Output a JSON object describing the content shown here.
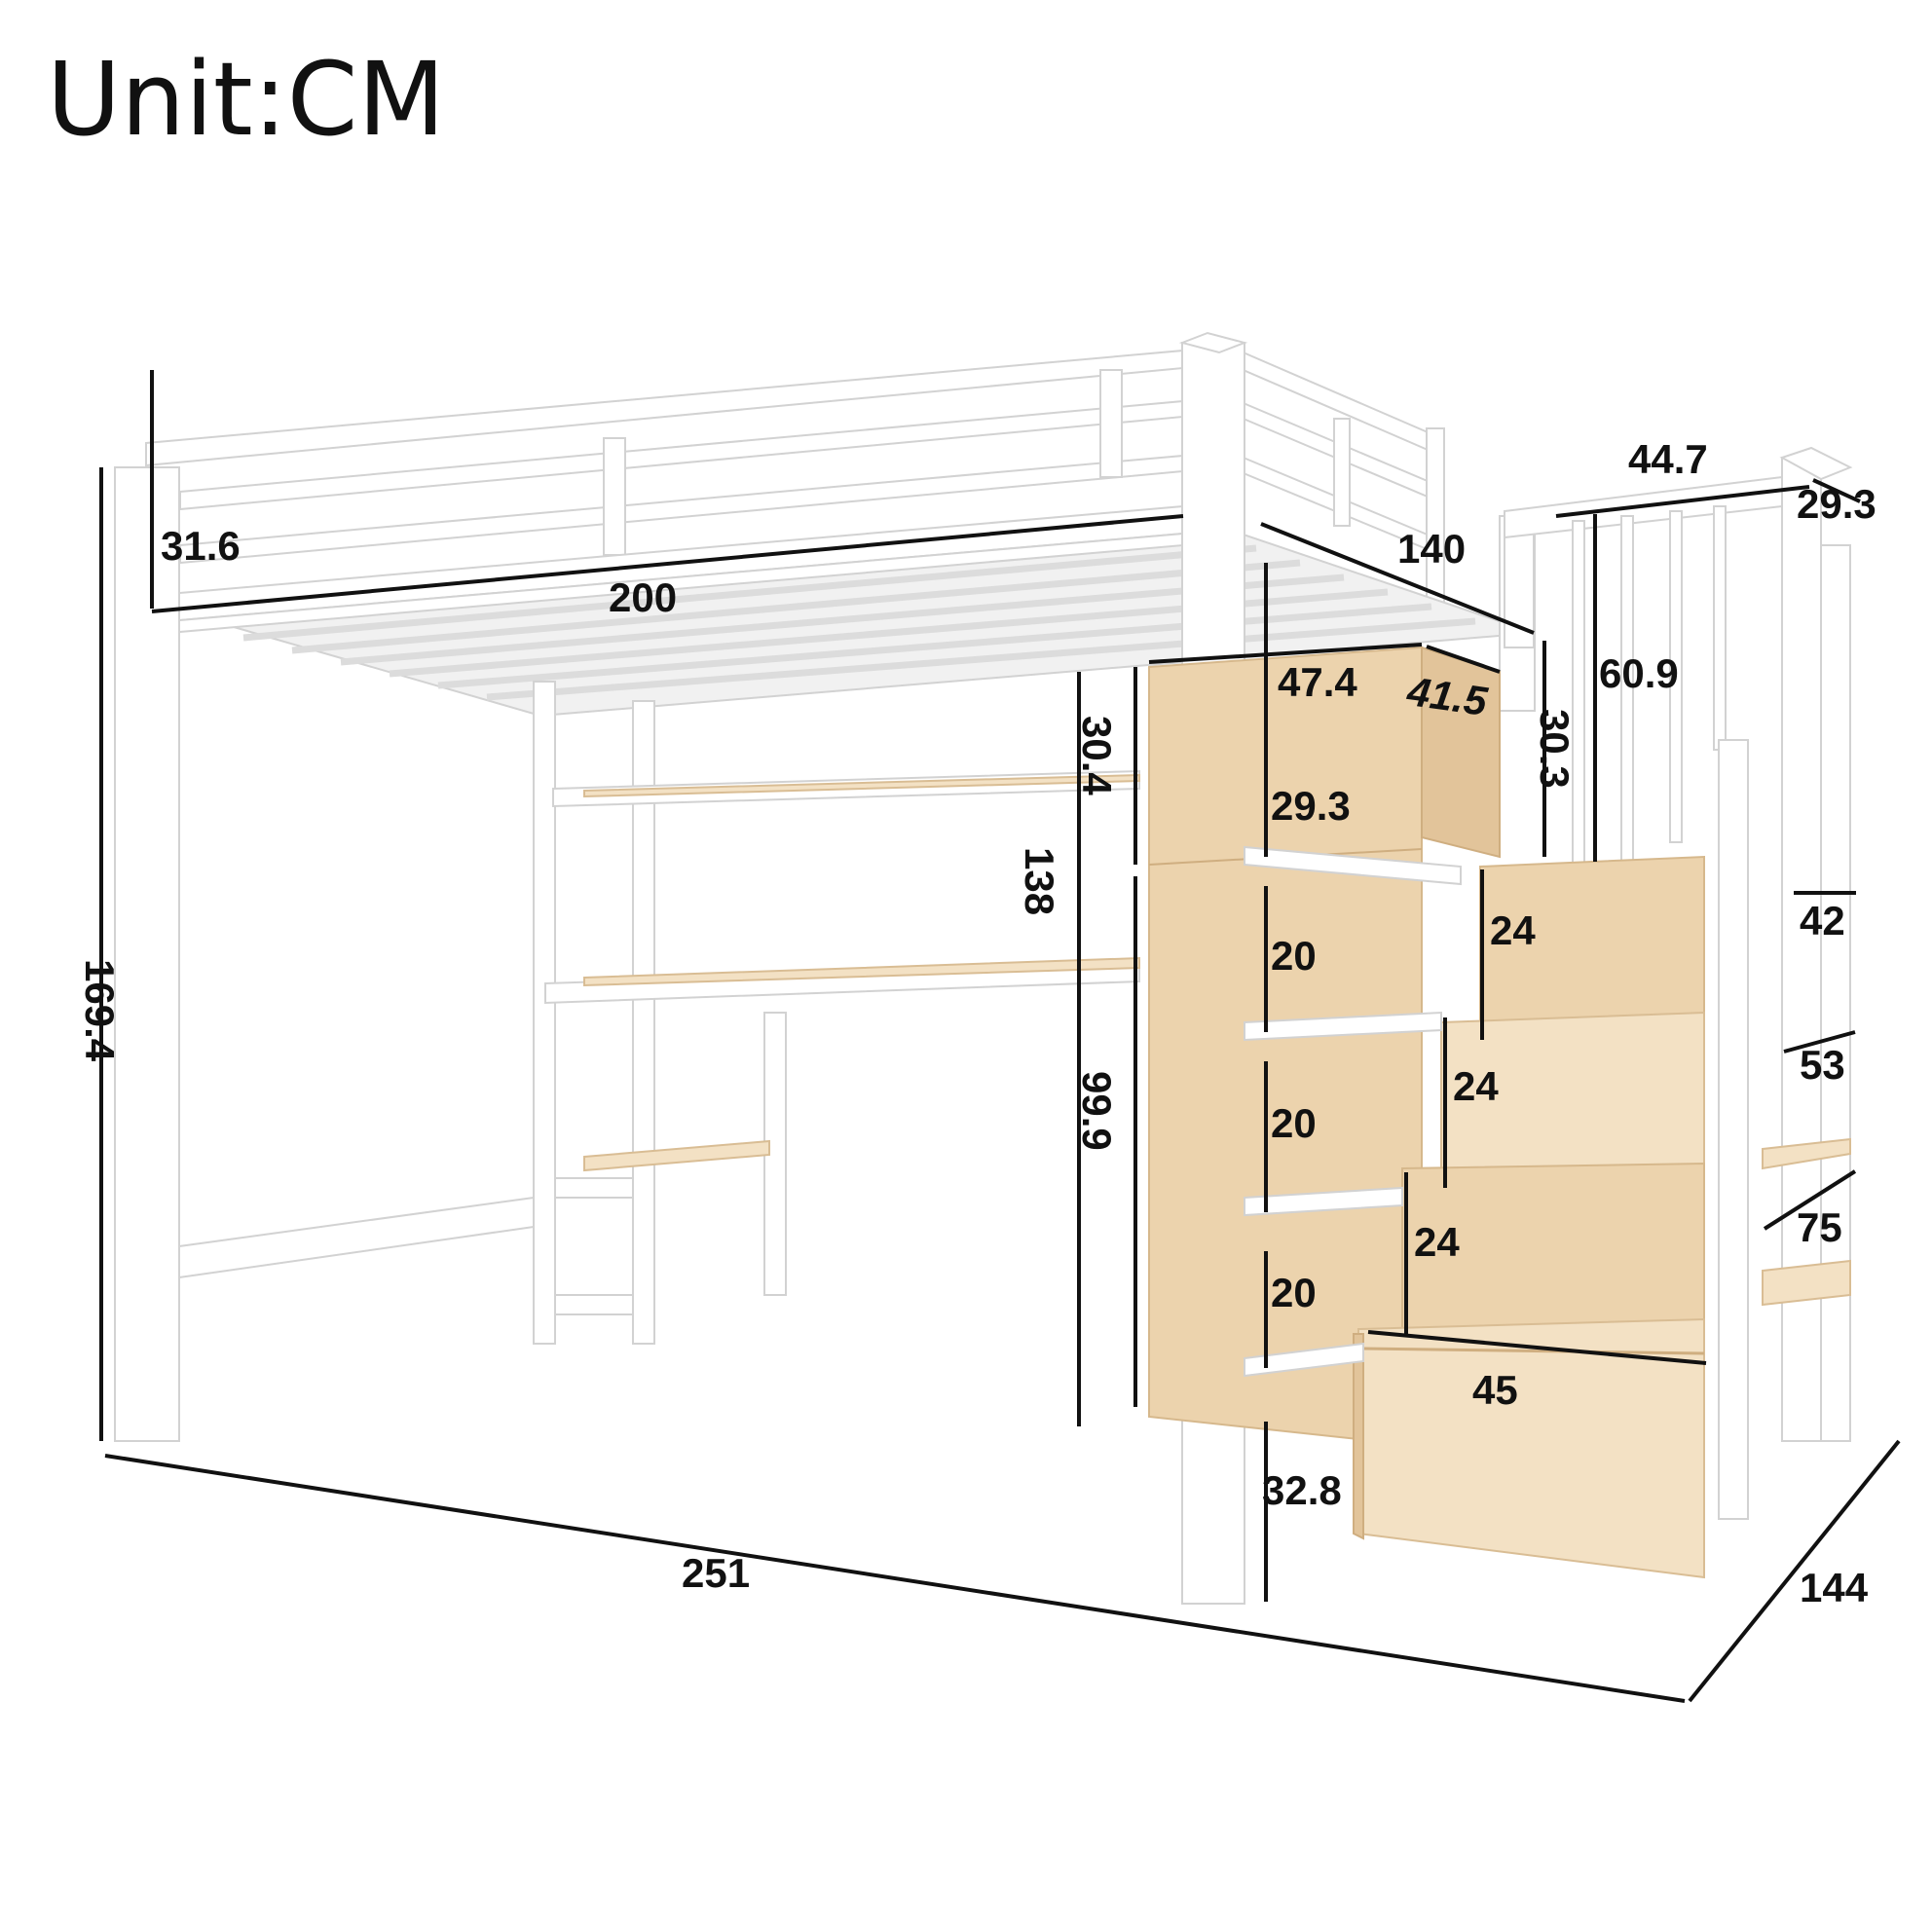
{
  "title": "Unit:CM",
  "colors": {
    "frame": "#ffffff",
    "frame_edge": "#d2d2d2",
    "wood": "#ecd3ad",
    "dimension_line": "#111111"
  },
  "dimensions": {
    "rail_height": "31.6",
    "bed_length": "200",
    "bed_width": "140",
    "total_height": "169.4",
    "total_length": "251",
    "total_depth": "144",
    "stair_top_width": "44.7",
    "stair_top_depth": "29.3",
    "stair_rail_height": "60.9",
    "wardrobe_width": "47.4",
    "wardrobe_depth": "41.5",
    "wardrobe_top_height": "30.4",
    "under_bed_height": "138",
    "desk_height": "99.9",
    "post_gap_height": "30.3",
    "top_compartment_height": "29.3",
    "step_height_1": "24",
    "step_height_2": "24",
    "step_height_3": "24",
    "cubby_height_1": "20",
    "cubby_height_2": "20",
    "cubby_height_3": "20",
    "handrail_step_1": "42",
    "handrail_step_2": "53",
    "handrail_step_3": "75",
    "bottom_step_width": "45",
    "bottom_step_height": "32.8"
  }
}
